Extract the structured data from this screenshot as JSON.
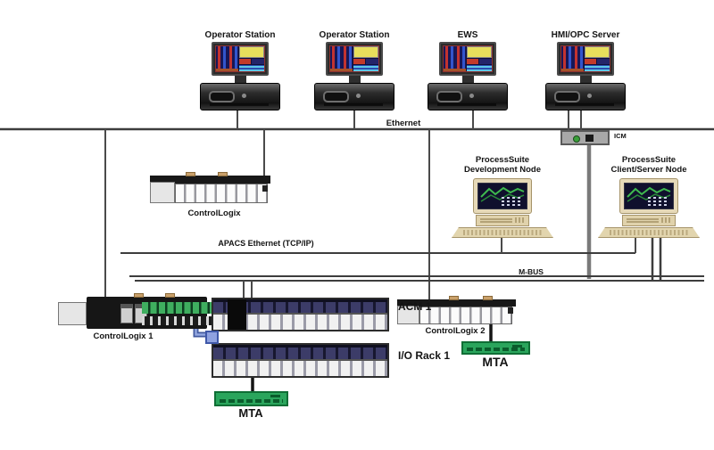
{
  "buses": {
    "ethernet_label": "Ethernet",
    "apacs_label": "APACS Ethernet (TCP/IP)",
    "mbus_label": "M-BUS",
    "icm_label": "ICM"
  },
  "workstations": [
    {
      "label": "Operator Station"
    },
    {
      "label": "Operator Station"
    },
    {
      "label": "EWS"
    },
    {
      "label": "HMI/OPC Server"
    }
  ],
  "process_nodes": [
    {
      "label_top": "ProcessSuite",
      "label_bottom": "Development Node"
    },
    {
      "label_top": "ProcessSuite",
      "label_bottom": "Client/Server Node"
    }
  ],
  "racks": {
    "controllogix_top": {
      "label": "ControlLogix"
    },
    "controllogix_1": {
      "label": "ControlLogix 1"
    },
    "controllogix_2": {
      "label": "ControlLogix 2"
    },
    "acm_1": {
      "label": "ACM 1"
    },
    "io_rack_1": {
      "label": "I/O Rack 1"
    }
  },
  "mta_blocks": [
    {
      "label": "MTA"
    },
    {
      "label": "MTA"
    }
  ],
  "colors": {
    "bus_line": "#3d3d3d",
    "thick_riser": "#7a7a7a",
    "blue_cable_dark": "#42599f",
    "blue_cable_light": "#93a7e0",
    "mta_green": "#2aa55c",
    "rack_navy": "#3c3c68",
    "node_beige": "#e6d9b8"
  }
}
